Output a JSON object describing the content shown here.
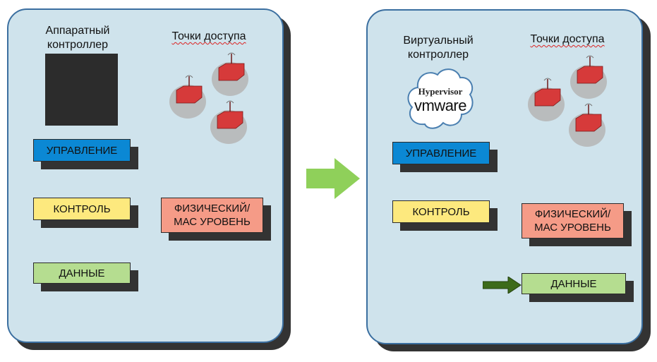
{
  "left": {
    "controller_title": "Аппаратный контроллер",
    "ap_title": "Точки доступа",
    "management": "УПРАВЛЕНИЕ",
    "control": "КОНТРОЛЬ",
    "data": "ДАННЫЕ",
    "phy_mac": "ФИЗИЧЕСКИЙ/ МАС УРОВЕНЬ"
  },
  "right": {
    "controller_title": "Виртуальный контроллер",
    "ap_title": "Точки доступа",
    "hypervisor_label": "Hypervisor",
    "vmware_label": "vmware",
    "management": "УПРАВЛЕНИЕ",
    "control": "КОНТРОЛЬ",
    "data": "ДАННЫЕ",
    "phy_mac": "ФИЗИЧЕСКИЙ/ МАС УРОВЕНЬ"
  },
  "colors": {
    "panel_fill": "#cfe3ec",
    "panel_border": "#3b6fa0",
    "management_fill": "#0b88d4",
    "control_fill": "#fde97e",
    "data_fill": "#b5dd90",
    "phy_mac_fill": "#f59b87",
    "transition_arrow": "#8fd05a",
    "data_arrow": "#3d6b1a",
    "access_point": "#d63a3a"
  },
  "icons": {
    "hardware_controller": "hardware-controller-icon",
    "access_point": "access-point-icon",
    "cloud": "hypervisor-cloud-icon",
    "transition_arrow": "right-arrow-icon",
    "data_arrow": "right-arrow-icon"
  }
}
